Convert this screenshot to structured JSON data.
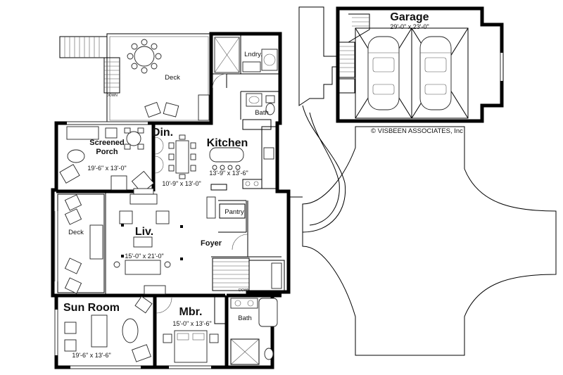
{
  "rooms": {
    "garage": {
      "name": "Garage",
      "dim": "29'-0\" x 23'-0\""
    },
    "lndry": {
      "name": "Lndry."
    },
    "deck_top": {
      "name": "Deck"
    },
    "bath_top": {
      "name": "Bath"
    },
    "din": {
      "name": "Din.",
      "dim": "10'-9\" x 13'-0\""
    },
    "kitchen": {
      "name": "Kitchen",
      "dim": "13'-9\" x 13'-6\""
    },
    "screened_porch": {
      "name_line1": "Screened",
      "name_line2": "Porch",
      "dim": "19'-6\" x 13'-0\""
    },
    "pantry": {
      "name": "Pantry"
    },
    "deck_side": {
      "name": "Deck"
    },
    "liv": {
      "name": "Liv.",
      "dim": "15'-0\" x 21'-0\""
    },
    "foyer": {
      "name": "Foyer"
    },
    "sun_room": {
      "name": "Sun Room",
      "dim": "19'-6\" x 13'-6\""
    },
    "mbr": {
      "name": "Mbr.",
      "dim": "15'-0\" x 13'-6\""
    },
    "bath_bottom": {
      "name": "Bath"
    }
  },
  "stair_labels": {
    "down_deck": "DOWN",
    "down_foyer": "DOWN"
  },
  "credit": "© VISBEEN ASSOCIATES, Inc"
}
